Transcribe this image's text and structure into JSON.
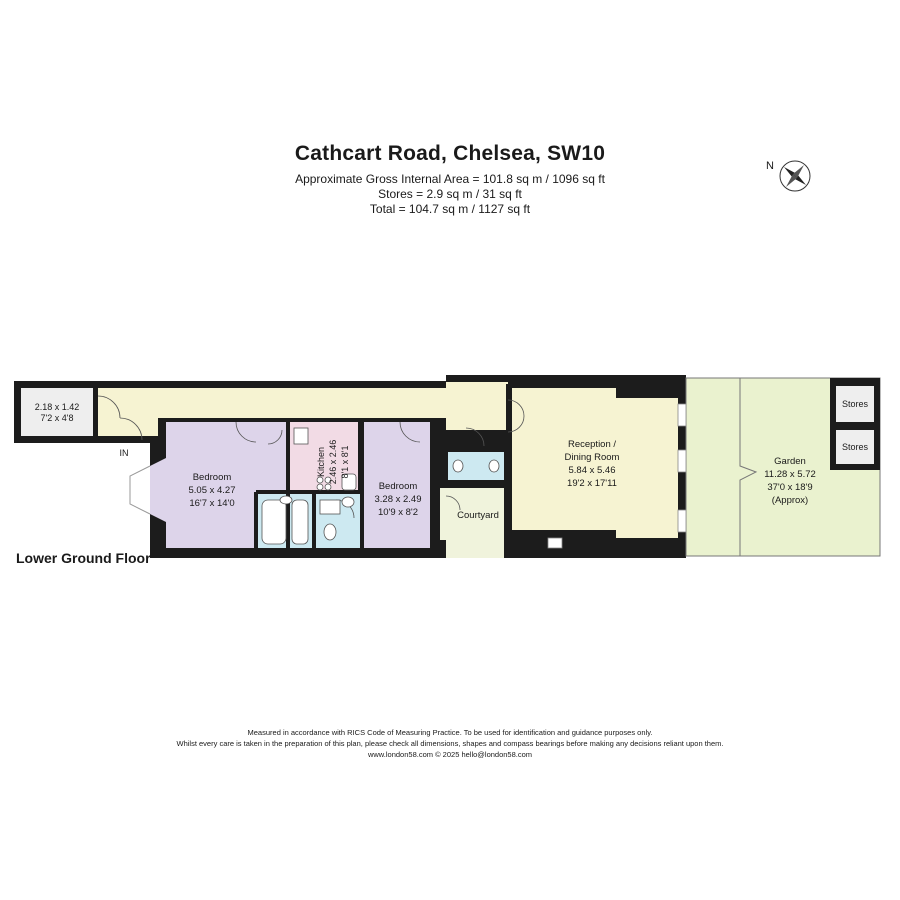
{
  "header": {
    "title": "Cathcart Road, Chelsea, SW10",
    "area_line": "Approximate Gross Internal Area = 101.8 sq m / 1096 sq ft",
    "stores_line": "Stores  = 2.9 sq m / 31 sq ft",
    "total_line": "Total = 104.7 sq m / 1127 sq ft"
  },
  "compass": {
    "label": "N"
  },
  "floor": {
    "label": "Lower Ground Floor"
  },
  "entrance": {
    "label": "IN"
  },
  "rooms": {
    "store_front": {
      "dim_m": "2.18 x 1.42",
      "dim_ft": "7'2 x 4'8"
    },
    "bedroom1": {
      "name": "Bedroom",
      "dim_m": "5.05 x 4.27",
      "dim_ft": "16'7 x 14'0"
    },
    "kitchen": {
      "name": "Kitchen",
      "dim_m": "2.46 x 2.46",
      "dim_ft": "8'1 x 8'1"
    },
    "bedroom2": {
      "name": "Bedroom",
      "dim_m": "3.28 x 2.49",
      "dim_ft": "10'9 x 8'2"
    },
    "courtyard": {
      "name": "Courtyard"
    },
    "reception": {
      "name_1": "Reception /",
      "name_2": "Dining Room",
      "dim_m": "5.84 x 5.46",
      "dim_ft": "19'2 x 17'11"
    },
    "garden": {
      "name": "Garden",
      "dim_m": "11.28 x 5.72",
      "dim_ft": "37'0 x 18'9",
      "note": "(Approx)"
    },
    "stores_a": {
      "name": "Stores"
    },
    "stores_b": {
      "name": "Stores"
    }
  },
  "footer": {
    "line1": "Measured in accordance with RICS Code of Measuring Practice. To be used for identification and guidance purposes only.",
    "line2": "Whilst every care is taken in the preparation of this plan, please check all dimensions, shapes and compass bearings before making any decisions reliant upon them.",
    "line3": "www.london58.com © 2025 hello@london58.com"
  },
  "colors": {
    "wall": "#1c1c1c",
    "hall": "#f6f3d2",
    "bedroom": "#ddd4ea",
    "kitchen": "#f2dbe5",
    "bathroom": "#cde9f1",
    "store": "#eeeeee",
    "garden": "#eaf2cf"
  }
}
